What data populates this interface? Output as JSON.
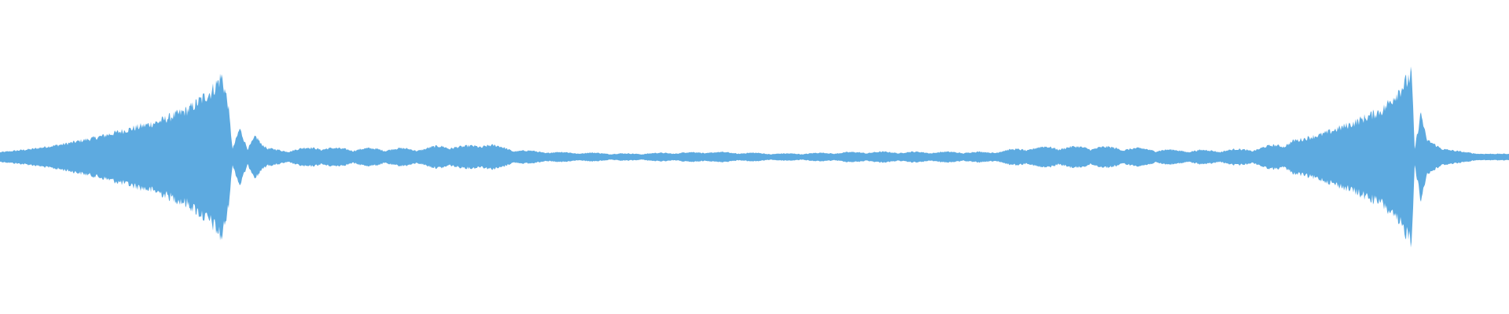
{
  "waveform": {
    "color": "#5DAAE0",
    "background": "#FFFFFF",
    "description_kind": "audio-waveform",
    "amplitude_envelope": [
      [
        0,
        0.03
      ],
      [
        40,
        0.05
      ],
      [
        80,
        0.08
      ],
      [
        120,
        0.12
      ],
      [
        160,
        0.17
      ],
      [
        200,
        0.22
      ],
      [
        240,
        0.3
      ],
      [
        270,
        0.42
      ],
      [
        282,
        0.51
      ],
      [
        290,
        0.34
      ],
      [
        296,
        0.05
      ],
      [
        305,
        0.18
      ],
      [
        315,
        0.05
      ],
      [
        325,
        0.13
      ],
      [
        340,
        0.05
      ],
      [
        360,
        0.04
      ],
      [
        405,
        0.06
      ],
      [
        430,
        0.05
      ],
      [
        465,
        0.05
      ],
      [
        500,
        0.05
      ],
      [
        540,
        0.05
      ],
      [
        565,
        0.07
      ],
      [
        590,
        0.06
      ],
      [
        615,
        0.08
      ],
      [
        660,
        0.04
      ],
      [
        700,
        0.03
      ],
      [
        800,
        0.02
      ],
      [
        900,
        0.03
      ],
      [
        1000,
        0.02
      ],
      [
        1100,
        0.03
      ],
      [
        1200,
        0.03
      ],
      [
        1260,
        0.03
      ],
      [
        1300,
        0.05
      ],
      [
        1330,
        0.06
      ],
      [
        1370,
        0.06
      ],
      [
        1400,
        0.06
      ],
      [
        1450,
        0.05
      ],
      [
        1500,
        0.04
      ],
      [
        1550,
        0.04
      ],
      [
        1600,
        0.05
      ],
      [
        1630,
        0.08
      ],
      [
        1680,
        0.14
      ],
      [
        1720,
        0.21
      ],
      [
        1760,
        0.3
      ],
      [
        1790,
        0.48
      ],
      [
        1796,
        0.53
      ],
      [
        1800,
        0.05
      ],
      [
        1808,
        0.28
      ],
      [
        1815,
        0.11
      ],
      [
        1835,
        0.05
      ],
      [
        1880,
        0.02
      ],
      [
        1920,
        0.02
      ]
    ]
  }
}
